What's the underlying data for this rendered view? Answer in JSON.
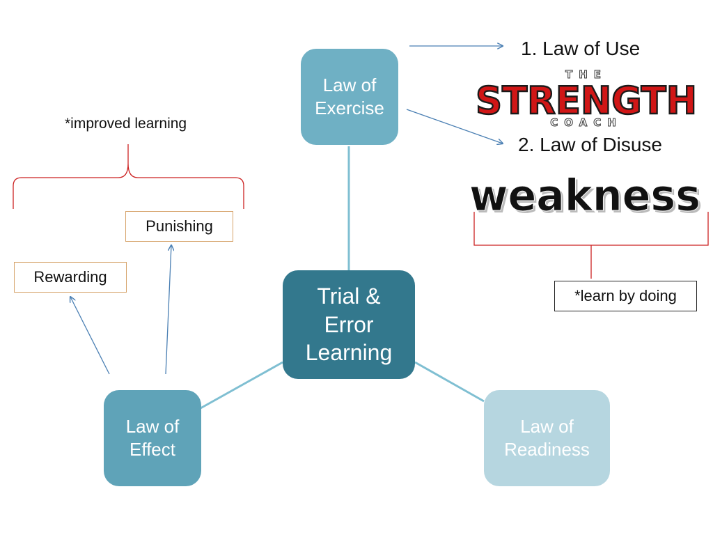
{
  "colors": {
    "center_node": "#33788d",
    "exercise_node": "#6fb0c4",
    "effect_node": "#5fa3b8",
    "readiness_node": "#b6d6e0",
    "connector": "#7fbfd2",
    "arrow": "#4a7fb3",
    "bracket": "#cc2222",
    "box_border_orange": "#d6a36a"
  },
  "center_node": {
    "label": "Trial &\nError\nLearning"
  },
  "nodes": {
    "exercise": "Law of\nExercise",
    "effect": "Law of\nEffect",
    "readiness": "Law of\nReadiness"
  },
  "effect_outcomes": {
    "punishing": "Punishing",
    "rewarding": "Rewarding",
    "note": "*improved learning"
  },
  "exercise_outcomes": {
    "use": "1. Law of Use",
    "use_logo_text": {
      "small_top": "THE",
      "main": "STRENGTH",
      "small_bottom": "COACH"
    },
    "disuse": "2. Law of Disuse",
    "disuse_logo_text": "weakness",
    "note": "*learn by doing"
  },
  "icons": {
    "strength_logo": "strength-coach-logo",
    "weakness_logo": "weakness-wordart"
  }
}
